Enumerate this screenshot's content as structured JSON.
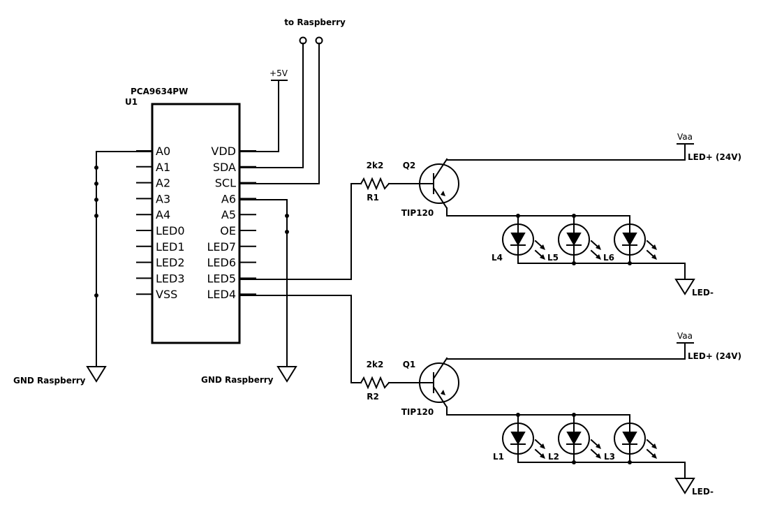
{
  "labels": {
    "to_raspberry": "to Raspberry",
    "plus5v": "+5V",
    "ic_part": "PCA9634PW",
    "ic_ref": "U1",
    "gnd_left": "GND Raspberry",
    "gnd_mid": "GND Raspberry",
    "r1_value": "2k2",
    "r1_ref": "R1",
    "r2_value": "2k2",
    "r2_ref": "R2",
    "q2_ref": "Q2",
    "q2_part": "TIP120",
    "q1_ref": "Q1",
    "q1_part": "TIP120",
    "vaa_top": "Vaa",
    "ledplus_top": "LED+ (24V)",
    "vaa_bot": "Vaa",
    "ledplus_bot": "LED+ (24V)",
    "ledminus_top": "LED-",
    "ledminus_bot": "LED-",
    "l4": "L4",
    "l5": "L5",
    "l6": "L6",
    "l1": "L1",
    "l2": "L2",
    "l3": "L3"
  },
  "ic": {
    "left_pins": [
      "A0",
      "A1",
      "A2",
      "A3",
      "A4",
      "LED0",
      "LED1",
      "LED2",
      "LED3",
      "VSS"
    ],
    "right_pins": [
      "VDD",
      "SDA",
      "SCL",
      "A6",
      "A5",
      "OE",
      "LED7",
      "LED6",
      "LED5",
      "LED4"
    ]
  },
  "icons": {
    "ground": "ground-icon",
    "transistor": "npn-transistor-icon",
    "led": "led-icon",
    "resistor": "resistor-icon"
  }
}
